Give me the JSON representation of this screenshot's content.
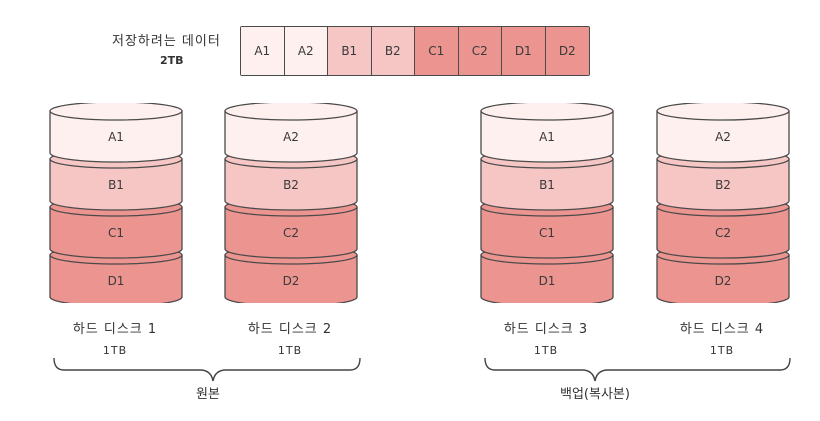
{
  "data_label": "저장하려는 데이터",
  "data_size": "2TB",
  "blocks": [
    {
      "label": "A1",
      "color": "#fdf0ee"
    },
    {
      "label": "A2",
      "color": "#fdf0ee"
    },
    {
      "label": "B1",
      "color": "#f6c6c4"
    },
    {
      "label": "B2",
      "color": "#f6c6c4"
    },
    {
      "label": "C1",
      "color": "#ec9590"
    },
    {
      "label": "C2",
      "color": "#ec9590"
    },
    {
      "label": "D1",
      "color": "#ec9590"
    },
    {
      "label": "D2",
      "color": "#ec9590"
    }
  ],
  "disks": [
    {
      "name": "하드 디스크 1",
      "size": "1TB",
      "layers": [
        "A1",
        "B1",
        "C1",
        "D1"
      ]
    },
    {
      "name": "하드 디스크 2",
      "size": "1TB",
      "layers": [
        "A2",
        "B2",
        "C2",
        "D2"
      ]
    },
    {
      "name": "하드 디스크 3",
      "size": "1TB",
      "layers": [
        "A1",
        "B1",
        "C1",
        "D1"
      ]
    },
    {
      "name": "하드 디스크 4",
      "size": "1TB",
      "layers": [
        "A2",
        "B2",
        "C2",
        "D2"
      ]
    }
  ],
  "layer_colors": [
    "#fdf0ee",
    "#f6c6c4",
    "#ec9590",
    "#ec9590"
  ],
  "groups": {
    "original": "원본",
    "backup": "백업(복사본)"
  }
}
